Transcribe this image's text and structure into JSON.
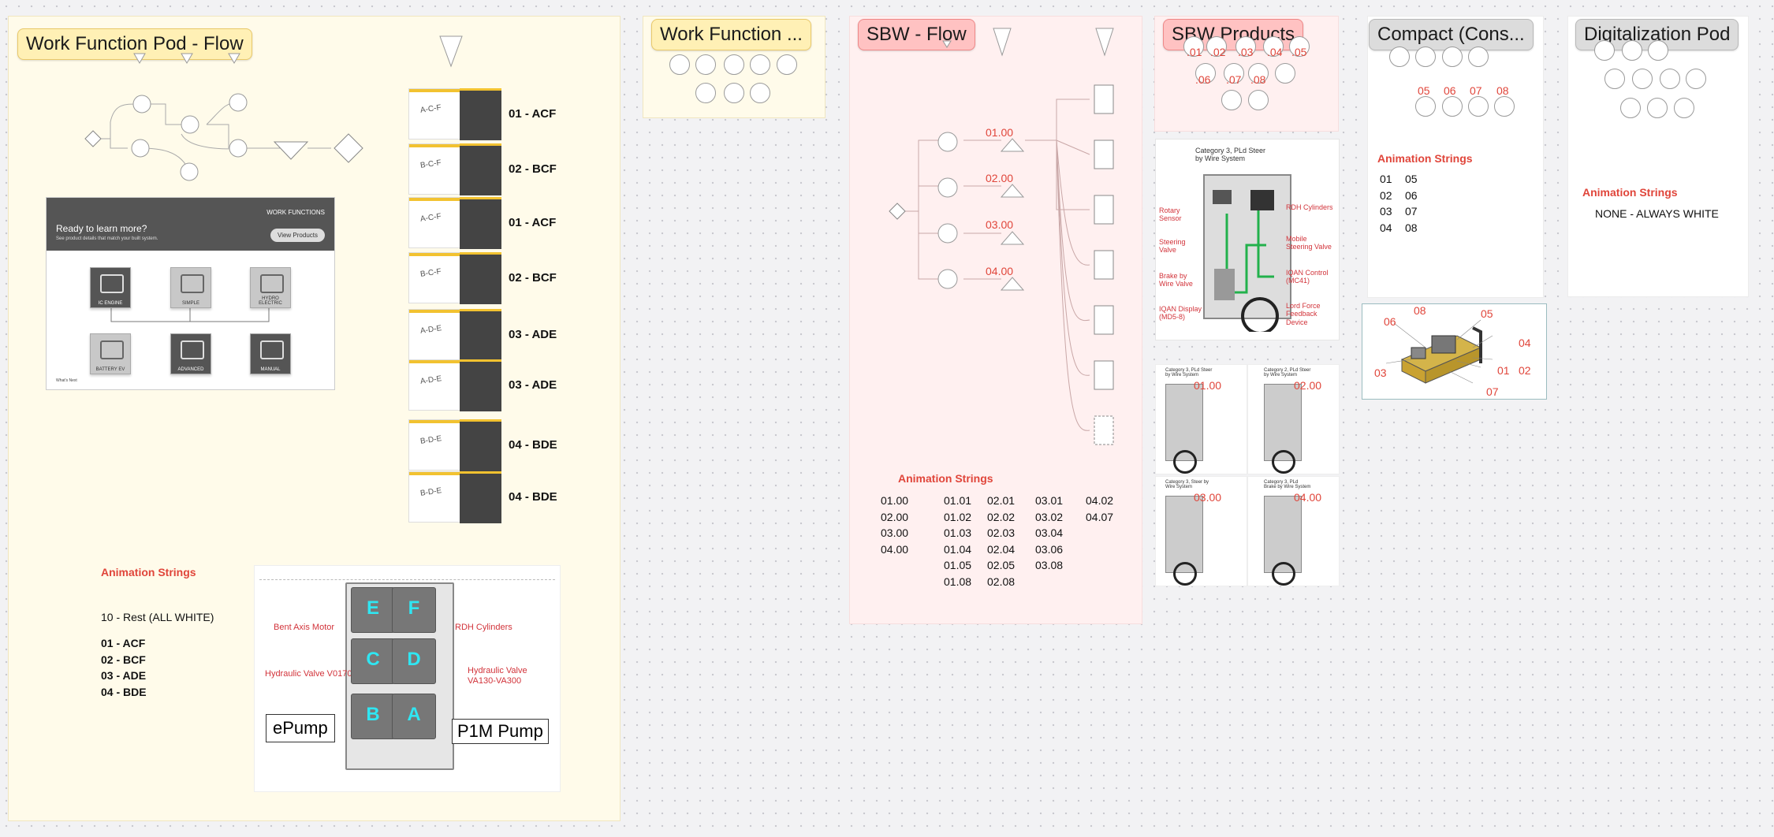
{
  "pods": {
    "wf_flow": {
      "title": "Work Function Pod - Flow",
      "banner": {
        "label": "WORK FUNCTIONS",
        "heading": "Ready to learn more?",
        "sub": "See product details that match your built system.",
        "button": "View Products"
      },
      "tiles": [
        "IC ENGINE",
        "SIMPLE",
        "HYDRO ELECTRIC",
        "BATTERY EV",
        "ADVANCED",
        "MANUAL"
      ],
      "footer": "What's Next",
      "sequence": [
        "01 - ACF",
        "02 - BCF",
        "01 - ACF",
        "02 - BCF",
        "03 - ADE",
        "03 - ADE",
        "04 - BDE",
        "04 - BDE"
      ],
      "thumb_letters": [
        "A-C-F",
        "B-C-F",
        "A-C-F",
        "B-C-F",
        "A-D-E",
        "A-D-E",
        "B-D-E",
        "B-D-E"
      ],
      "anim_title": "Animation Strings",
      "anim_rest": "10 - Rest (ALL WHITE)",
      "anim_list": [
        "01 - ACF",
        "02 - BCF",
        "03 - ADE",
        "04 - BDE"
      ],
      "diagram": {
        "left_labels": [
          "Bent Axis Motor",
          "Hydraulic Valve V0170"
        ],
        "right_labels": [
          "RDH Cylinders",
          "Hydraulic Valve VA130-VA300"
        ],
        "boxes": [
          "ePump",
          "P1M Pump"
        ],
        "letters": [
          "E",
          "F",
          "C",
          "D",
          "B",
          "A"
        ]
      }
    },
    "wf_short": {
      "title": "Work Function ..."
    },
    "sbw_flow": {
      "title": "SBW - Flow",
      "codes": [
        "01.00",
        "02.00",
        "03.00",
        "04.00"
      ],
      "anim_title": "Animation Strings",
      "columns": [
        [
          "01.00",
          "02.00",
          "03.00",
          "04.00"
        ],
        [
          "01.01",
          "01.02",
          "01.03",
          "01.04",
          "01.05",
          "01.08"
        ],
        [
          "02.01",
          "02.02",
          "02.03",
          "02.04",
          "02.05",
          "02.08"
        ],
        [
          "03.01",
          "03.02",
          "03.04",
          "03.06",
          "03.08"
        ],
        [
          "04.02",
          "04.07"
        ]
      ]
    },
    "sbw_products": {
      "title": "SBW Products",
      "codes": [
        ".01",
        ".02",
        ".03",
        ".04",
        ".05",
        ".06",
        ".07",
        ".08"
      ],
      "diagram_title": "Category 3, PLd Steer by Wire System",
      "left_labels": [
        "Rotary Sensor",
        "Steering Valve",
        "Brake by Wire Valve",
        "IQAN Display (MD5-8)"
      ],
      "right_labels": [
        "RDH Cylinders",
        "Mobile Steering Valve",
        "IQAN Control (MC41)",
        "Lord Force Feedback Device"
      ],
      "mini": [
        {
          "caption": "Category 3, PLd Steer by Wire System",
          "code": "01.00"
        },
        {
          "caption": "Category 2, PLd Steer by Wire System",
          "code": "02.00"
        },
        {
          "caption": "Category 3, Steer by Wire System",
          "code": "03.00"
        },
        {
          "caption": "Category 3, PLd Brake by Wire System",
          "code": "04.00"
        }
      ]
    },
    "compact": {
      "title": "Compact (Cons...",
      "row_codes": [
        "05",
        "06",
        "07",
        "08"
      ],
      "anim_title": "Animation Strings",
      "anim_left": [
        "01",
        "02",
        "03",
        "04"
      ],
      "anim_right": [
        "05",
        "06",
        "07",
        "08"
      ],
      "iso_codes": [
        "06",
        "08",
        "05",
        "04",
        "03",
        "01",
        "02",
        "07"
      ]
    },
    "digital": {
      "title": "Digitalization Pod",
      "anim_title": "Animation Strings",
      "anim_note": "NONE - ALWAYS WHITE"
    }
  },
  "colors": {
    "yellow_bg": "#fffbea",
    "red_bg": "#fff0f0",
    "accent_red": "#e0453a",
    "cyan": "#2fe6f2"
  }
}
